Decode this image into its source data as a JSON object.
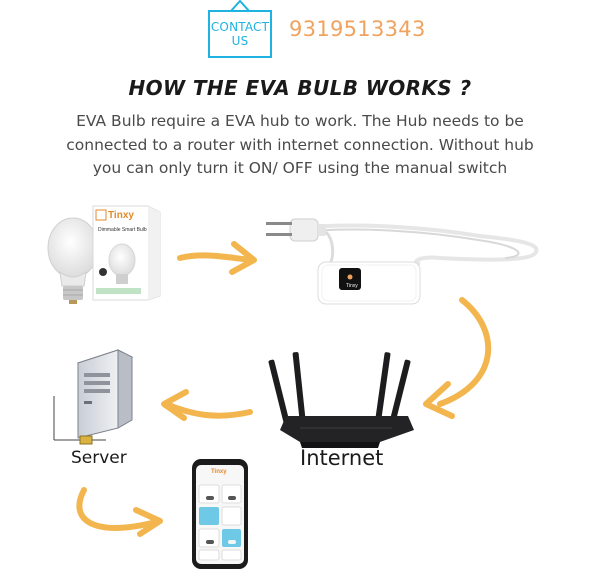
{
  "header": {
    "contact_line1": "CONTACT",
    "contact_line2": "US",
    "phone": "9319513343"
  },
  "title": "HOW THE EVA BULB WORKS ?",
  "description": [
    "EVA Bulb require a EVA hub to work. The Hub needs to be",
    "connected to a router with internet connection. Without hub",
    "you can only turn it ON/ OFF using the manual switch"
  ],
  "nodes": {
    "bulb_box_brand": "Tinxy",
    "bulb_box_subtitle": "Dimmable Smart Bulb",
    "hub_brand": "Tinxy",
    "server_label": "Server",
    "internet_label": "Internet",
    "phone_app_brand": "Tinxy"
  },
  "colors": {
    "accent_blue": "#1eb3e0",
    "phone_orange": "#f0a35e",
    "arrow_orange": "#f3b64f",
    "router_black": "#1d1d1f"
  },
  "icons": [
    "smart-bulb-icon",
    "hub-plug-icon",
    "router-icon",
    "server-icon",
    "smartphone-icon",
    "arrow-icon"
  ]
}
